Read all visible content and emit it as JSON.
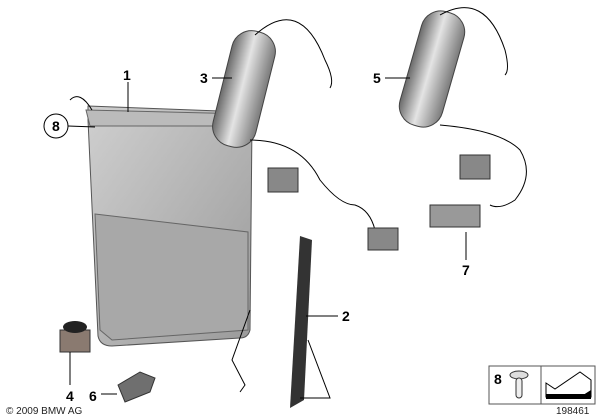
{
  "diagram": {
    "callouts": [
      "1",
      "2",
      "3",
      "4",
      "5",
      "6",
      "7",
      "8"
    ],
    "legend": {
      "part_number": "8"
    },
    "copyright": "© 2009 BMW AG",
    "diagram_number": "198461"
  }
}
